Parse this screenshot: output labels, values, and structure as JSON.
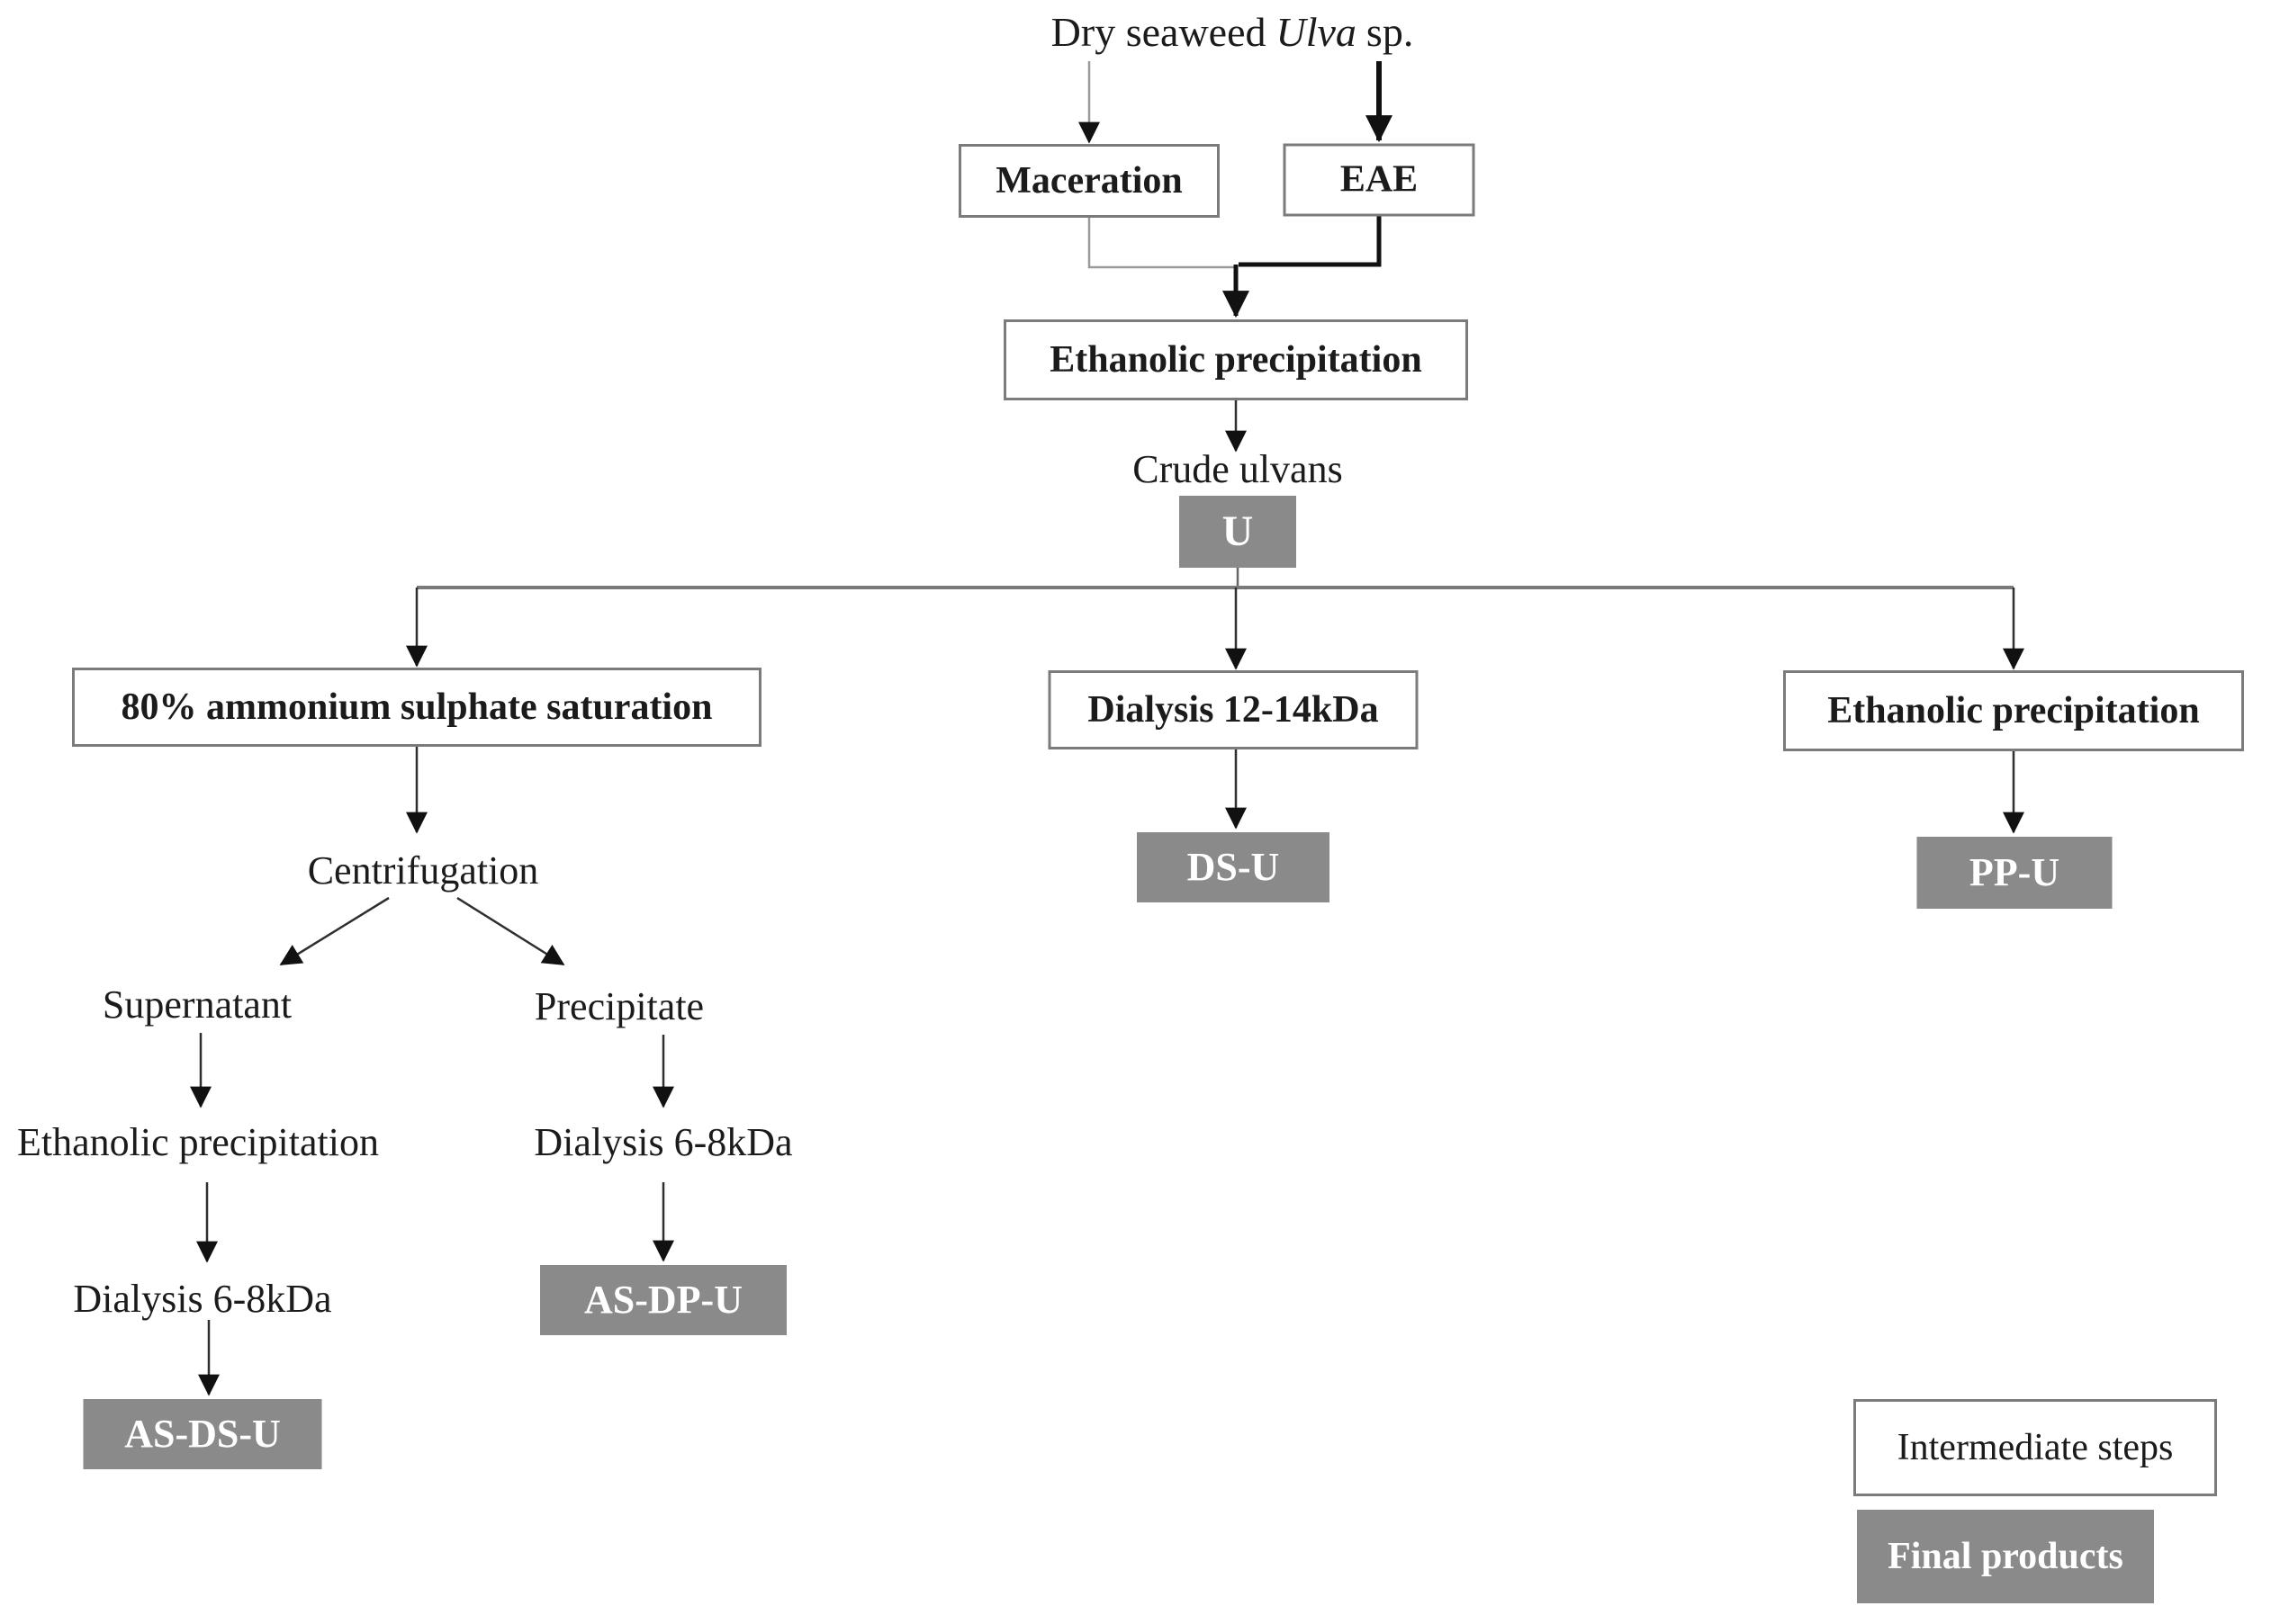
{
  "figure": {
    "source": {
      "prefix": "Dry seaweed",
      "species": "Ulva",
      "suffix": "sp."
    },
    "steps": {
      "maceration": "Maceration",
      "eae": "EAE",
      "ethanolic_precipitation_top": "Ethanolic precipitation",
      "crude_ulvans": "Crude ulvans",
      "ammonium_sulphate": "80% ammonium sulphate saturation",
      "centrifugation": "Centrifugation",
      "supernatant": "Supernatant",
      "precipitate": "Precipitate",
      "ethanolic_precipitation_supernatant": "Ethanolic precipitation",
      "dialysis_6_8_supernatant": "Dialysis 6-8kDa",
      "dialysis_6_8_precipitate": "Dialysis 6-8kDa",
      "dialysis_12_14": "Dialysis 12-14kDa",
      "ethanolic_precipitation_right": "Ethanolic precipitation"
    },
    "products": {
      "u": "U",
      "ds_u": "DS-U",
      "pp_u": "PP-U",
      "as_ds_u": "AS-DS-U",
      "as_dp_u": "AS-DP-U"
    },
    "legend": {
      "intermediate": "Intermediate steps",
      "final": "Final products"
    },
    "colors": {
      "product_fill": "#8a8a8a",
      "box_border": "#7b7b7b",
      "ink": "#1b1b1b"
    }
  }
}
